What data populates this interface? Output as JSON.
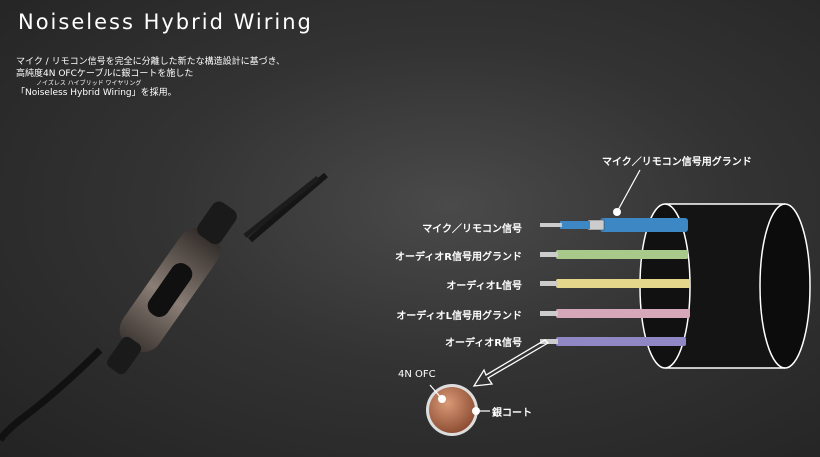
{
  "title": "Noiseless Hybrid Wiring",
  "intro": {
    "line1": "マイク / リモコン信号を完全に分離した新たな構造設計に基づき、",
    "line2": "高純度4N OFCケーブルに銀コートを施した",
    "ruby": "ノイズレス ハイブリッド ワイヤリング",
    "line3": "「Noiseless Hybrid Wiring」を採用。"
  },
  "labels": {
    "ground_top": "マイク／リモコン信号用グランド",
    "mic_signal": "マイク／リモコン信号",
    "audio_r_ground": "オーディオR信号用グランド",
    "audio_l": "オーディオL信号",
    "audio_l_ground": "オーディオL信号用グランド",
    "audio_r": "オーディオR信号",
    "core": "4N OFC",
    "coat": "銀コート"
  },
  "colors": {
    "mic": "#3d88c4",
    "audio_r_ground": "#a9c98a",
    "audio_l": "#e4d78c",
    "audio_l_ground": "#d6a7b9",
    "audio_r": "#8f88c4",
    "copper": "#b06a4a"
  }
}
